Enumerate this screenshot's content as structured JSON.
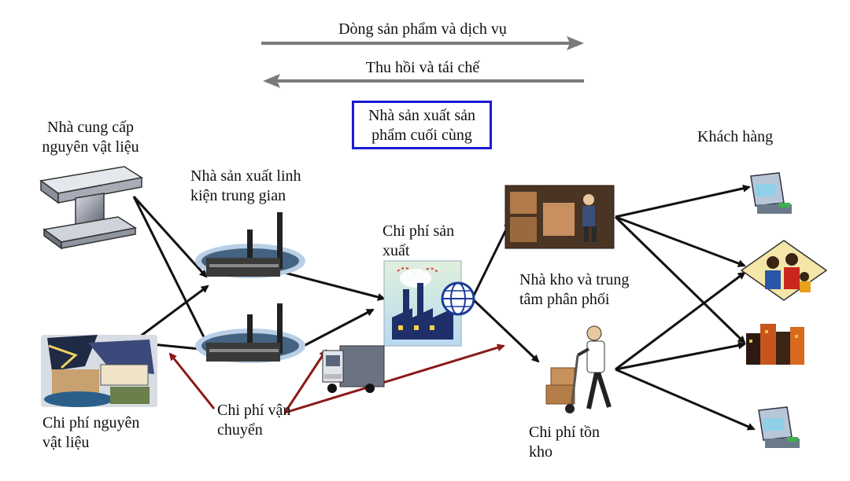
{
  "legend": {
    "flow_forward": "Dòng sản phẩm và dịch vụ",
    "flow_backward": "Thu hồi và tái chế",
    "final_manufacturer": "Nhà sản xuất sản\nphẩm cuối cùng"
  },
  "nodes": {
    "raw_supplier": "Nhà cung cấp\nnguyên vật liệu",
    "intermediate_manufacturer": "Nhà sản xuất linh\nkiện trung gian",
    "production_cost": "Chi phí sản\nxuất",
    "warehouse_dc": "Nhà kho và trung\ntâm phân phối",
    "customers": "Khách hàng",
    "raw_material_cost": "Chi phí nguyên\nvật liệu",
    "transport_cost": "Chi phí vận\nchuyển",
    "inventory_cost": "Chi phí tồn\nkho"
  },
  "colors": {
    "flow_arrow": "#7a7a7a",
    "main_arrow": "#111111",
    "cost_arrow": "#8b1a1a",
    "legend_border": "#1a1ad6"
  }
}
